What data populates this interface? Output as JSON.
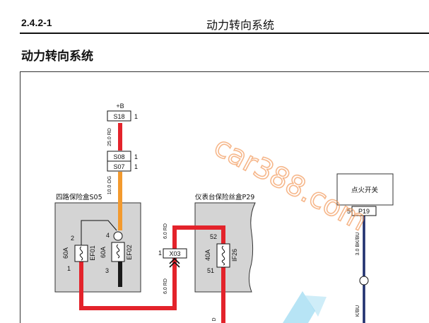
{
  "header": {
    "section_number": "2.4.2-1",
    "page_title": "动力转向系统"
  },
  "section_title": "动力转向系统",
  "diagram": {
    "power_label": "+B",
    "connectors": {
      "s18": "S18",
      "s08": "S08",
      "s07": "S07",
      "x03": "X03",
      "p19": "P19"
    },
    "pins": {
      "s18": "1",
      "s08": "1",
      "s07": "1",
      "x03": "1",
      "p19": "5",
      "ef01_top": "2",
      "ef01_bottom": "1",
      "ef02_top": "4",
      "ef02_bottom": "3",
      "if26_top": "52",
      "if26_bottom": "51"
    },
    "wires": {
      "red_top": "25.0 RD",
      "orange": "10.0 OG",
      "red_x03_upper": "6.0 RD",
      "red_x03_lower": "6.0 RD",
      "red_bottom": "D",
      "blue_upper": "3.0 BK/BU",
      "blue_lower": "K/BU"
    },
    "boxes": {
      "fuse_box_s05": "四路保险盒S05",
      "dash_fuse_box_p29": "仪表台保险丝盒P29",
      "ignition_switch": "点火开关"
    },
    "fuses": {
      "ef01_rating": "60A",
      "ef01_name": "EF01",
      "ef02_rating": "60A",
      "ef02_name": "EF02",
      "if26_rating": "40A",
      "if26_name": "IF26"
    },
    "watermark": "car388.com",
    "colors": {
      "wire_red": "#e3232b",
      "wire_orange": "#f39a2e",
      "wire_black": "#1a1a1a",
      "wire_blue": "#1e2f6e",
      "box_gray": "#d4d4d4",
      "watermark": "#f39a5b",
      "logo_cyan": "#5fc3e8"
    }
  }
}
